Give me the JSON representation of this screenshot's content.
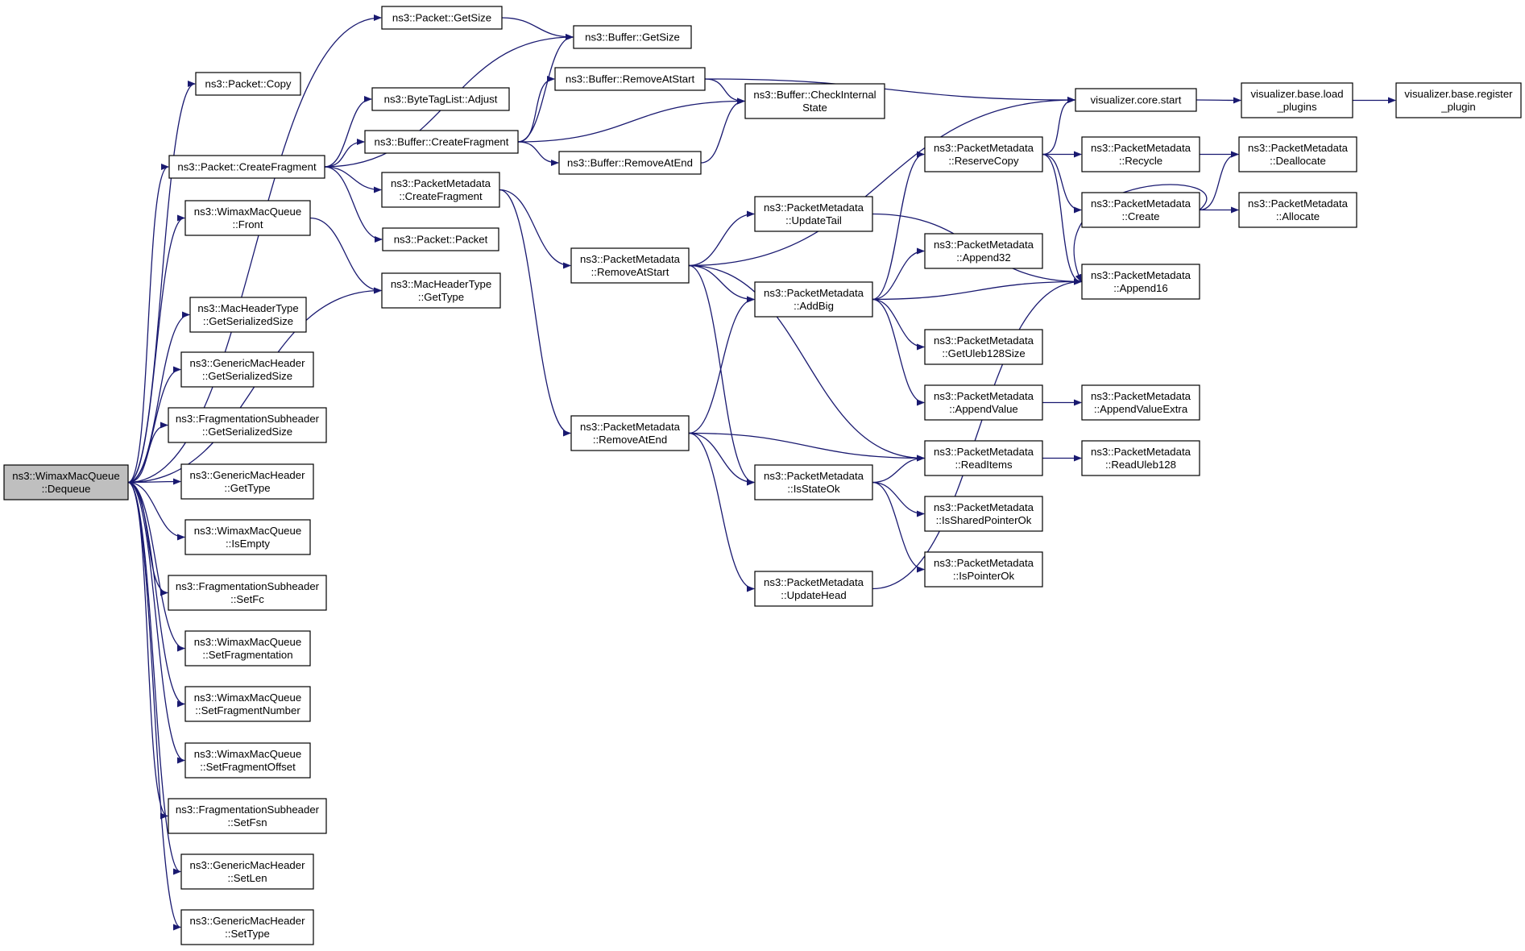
{
  "graph": {
    "nodes": [
      {
        "id": "root",
        "lines": [
          "ns3::WimaxMacQueue",
          "::Dequeue"
        ],
        "root": true
      },
      {
        "id": "pkt_copy",
        "lines": [
          "ns3::Packet::Copy"
        ]
      },
      {
        "id": "pkt_getsize",
        "lines": [
          "ns3::Packet::GetSize"
        ]
      },
      {
        "id": "buf_getsize",
        "lines": [
          "ns3::Buffer::GetSize"
        ]
      },
      {
        "id": "pkt_createfrag",
        "lines": [
          "ns3::Packet::CreateFragment"
        ]
      },
      {
        "id": "btl_adjust",
        "lines": [
          "ns3::ByteTagList::Adjust"
        ]
      },
      {
        "id": "buf_rmstart",
        "lines": [
          "ns3::Buffer::RemoveAtStart"
        ]
      },
      {
        "id": "buf_createfrag",
        "lines": [
          "ns3::Buffer::CreateFragment"
        ]
      },
      {
        "id": "buf_check",
        "lines": [
          "ns3::Buffer::CheckInternal",
          "State"
        ]
      },
      {
        "id": "buf_rmend",
        "lines": [
          "ns3::Buffer::RemoveAtEnd"
        ]
      },
      {
        "id": "vis_start",
        "lines": [
          "visualizer.core.start"
        ]
      },
      {
        "id": "vis_load",
        "lines": [
          "visualizer.base.load",
          "_plugins"
        ]
      },
      {
        "id": "vis_register",
        "lines": [
          "visualizer.base.register",
          "_plugin"
        ]
      },
      {
        "id": "pm_createfrag",
        "lines": [
          "ns3::PacketMetadata",
          "::CreateFragment"
        ]
      },
      {
        "id": "pkt_packet",
        "lines": [
          "ns3::Packet::Packet"
        ]
      },
      {
        "id": "wq_front",
        "lines": [
          "ns3::WimaxMacQueue",
          "::Front"
        ]
      },
      {
        "id": "mht_gettype",
        "lines": [
          "ns3::MacHeaderType",
          "::GetType"
        ]
      },
      {
        "id": "mht_getser",
        "lines": [
          "ns3::MacHeaderType",
          "::GetSerializedSize"
        ]
      },
      {
        "id": "gmh_getser",
        "lines": [
          "ns3::GenericMacHeader",
          "::GetSerializedSize"
        ]
      },
      {
        "id": "fs_getser",
        "lines": [
          "ns3::FragmentationSubheader",
          "::GetSerializedSize"
        ]
      },
      {
        "id": "gmh_gettype",
        "lines": [
          "ns3::GenericMacHeader",
          "::GetType"
        ]
      },
      {
        "id": "wq_isempty",
        "lines": [
          "ns3::WimaxMacQueue",
          "::IsEmpty"
        ]
      },
      {
        "id": "fs_setfc",
        "lines": [
          "ns3::FragmentationSubheader",
          "::SetFc"
        ]
      },
      {
        "id": "wq_setfrag",
        "lines": [
          "ns3::WimaxMacQueue",
          "::SetFragmentation"
        ]
      },
      {
        "id": "wq_setfragnum",
        "lines": [
          "ns3::WimaxMacQueue",
          "::SetFragmentNumber"
        ]
      },
      {
        "id": "wq_setfragoff",
        "lines": [
          "ns3::WimaxMacQueue",
          "::SetFragmentOffset"
        ]
      },
      {
        "id": "fs_setfsn",
        "lines": [
          "ns3::FragmentationSubheader",
          "::SetFsn"
        ]
      },
      {
        "id": "gmh_setlen",
        "lines": [
          "ns3::GenericMacHeader",
          "::SetLen"
        ]
      },
      {
        "id": "gmh_settype",
        "lines": [
          "ns3::GenericMacHeader",
          "::SetType"
        ]
      },
      {
        "id": "pm_rmstart",
        "lines": [
          "ns3::PacketMetadata",
          "::RemoveAtStart"
        ]
      },
      {
        "id": "pm_rmend",
        "lines": [
          "ns3::PacketMetadata",
          "::RemoveAtEnd"
        ]
      },
      {
        "id": "pm_updatetail",
        "lines": [
          "ns3::PacketMetadata",
          "::UpdateTail"
        ]
      },
      {
        "id": "pm_addbig",
        "lines": [
          "ns3::PacketMetadata",
          "::AddBig"
        ]
      },
      {
        "id": "pm_isstateok",
        "lines": [
          "ns3::PacketMetadata",
          "::IsStateOk"
        ]
      },
      {
        "id": "pm_updatehead",
        "lines": [
          "ns3::PacketMetadata",
          "::UpdateHead"
        ]
      },
      {
        "id": "pm_reservecopy",
        "lines": [
          "ns3::PacketMetadata",
          "::ReserveCopy"
        ]
      },
      {
        "id": "pm_append32",
        "lines": [
          "ns3::PacketMetadata",
          "::Append32"
        ]
      },
      {
        "id": "pm_getuleb",
        "lines": [
          "ns3::PacketMetadata",
          "::GetUleb128Size"
        ]
      },
      {
        "id": "pm_appendvalue",
        "lines": [
          "ns3::PacketMetadata",
          "::AppendValue"
        ]
      },
      {
        "id": "pm_readitems",
        "lines": [
          "ns3::PacketMetadata",
          "::ReadItems"
        ]
      },
      {
        "id": "pm_issharedptr",
        "lines": [
          "ns3::PacketMetadata",
          "::IsSharedPointerOk"
        ]
      },
      {
        "id": "pm_isptr",
        "lines": [
          "ns3::PacketMetadata",
          "::IsPointerOk"
        ]
      },
      {
        "id": "pm_recycle",
        "lines": [
          "ns3::PacketMetadata",
          "::Recycle"
        ]
      },
      {
        "id": "pm_create",
        "lines": [
          "ns3::PacketMetadata",
          "::Create"
        ]
      },
      {
        "id": "pm_append16",
        "lines": [
          "ns3::PacketMetadata",
          "::Append16"
        ]
      },
      {
        "id": "pm_appendvalueextra",
        "lines": [
          "ns3::PacketMetadata",
          "::AppendValueExtra"
        ]
      },
      {
        "id": "pm_readuleb",
        "lines": [
          "ns3::PacketMetadata",
          "::ReadUleb128"
        ]
      },
      {
        "id": "pm_dealloc",
        "lines": [
          "ns3::PacketMetadata",
          "::Deallocate"
        ]
      },
      {
        "id": "pm_alloc",
        "lines": [
          "ns3::PacketMetadata",
          "::Allocate"
        ]
      }
    ],
    "edges": [
      [
        "root",
        "pkt_copy"
      ],
      [
        "root",
        "pkt_getsize"
      ],
      [
        "root",
        "pkt_createfrag"
      ],
      [
        "root",
        "wq_front"
      ],
      [
        "root",
        "mht_gettype"
      ],
      [
        "root",
        "mht_getser"
      ],
      [
        "root",
        "gmh_getser"
      ],
      [
        "root",
        "fs_getser"
      ],
      [
        "root",
        "gmh_gettype"
      ],
      [
        "root",
        "wq_isempty"
      ],
      [
        "root",
        "fs_setfc"
      ],
      [
        "root",
        "wq_setfrag"
      ],
      [
        "root",
        "wq_setfragnum"
      ],
      [
        "root",
        "wq_setfragoff"
      ],
      [
        "root",
        "fs_setfsn"
      ],
      [
        "root",
        "gmh_setlen"
      ],
      [
        "root",
        "gmh_settype"
      ],
      [
        "pkt_getsize",
        "buf_getsize"
      ],
      [
        "pkt_createfrag",
        "buf_getsize"
      ],
      [
        "pkt_createfrag",
        "btl_adjust"
      ],
      [
        "pkt_createfrag",
        "buf_createfrag"
      ],
      [
        "pkt_createfrag",
        "pm_createfrag"
      ],
      [
        "pkt_createfrag",
        "pkt_packet"
      ],
      [
        "buf_createfrag",
        "buf_getsize"
      ],
      [
        "buf_createfrag",
        "buf_rmstart"
      ],
      [
        "buf_createfrag",
        "buf_check"
      ],
      [
        "buf_createfrag",
        "buf_rmend"
      ],
      [
        "buf_rmstart",
        "buf_check"
      ],
      [
        "buf_rmstart",
        "vis_start"
      ],
      [
        "buf_rmend",
        "buf_check"
      ],
      [
        "vis_start",
        "vis_load"
      ],
      [
        "vis_load",
        "vis_register"
      ],
      [
        "wq_front",
        "mht_gettype"
      ],
      [
        "pm_createfrag",
        "pm_rmstart"
      ],
      [
        "pm_createfrag",
        "pm_rmend"
      ],
      [
        "pm_rmstart",
        "vis_start"
      ],
      [
        "pm_rmstart",
        "pm_updatetail"
      ],
      [
        "pm_rmstart",
        "pm_addbig"
      ],
      [
        "pm_rmstart",
        "pm_isstateok"
      ],
      [
        "pm_rmstart",
        "pm_readitems"
      ],
      [
        "pm_rmend",
        "pm_addbig"
      ],
      [
        "pm_rmend",
        "pm_isstateok"
      ],
      [
        "pm_rmend",
        "pm_readitems"
      ],
      [
        "pm_rmend",
        "pm_updatehead"
      ],
      [
        "pm_updatetail",
        "pm_append16"
      ],
      [
        "pm_addbig",
        "pm_reservecopy"
      ],
      [
        "pm_addbig",
        "pm_append32"
      ],
      [
        "pm_addbig",
        "pm_append16"
      ],
      [
        "pm_addbig",
        "pm_getuleb"
      ],
      [
        "pm_addbig",
        "pm_appendvalue"
      ],
      [
        "pm_isstateok",
        "pm_readitems"
      ],
      [
        "pm_isstateok",
        "pm_issharedptr"
      ],
      [
        "pm_isstateok",
        "pm_isptr"
      ],
      [
        "pm_updatehead",
        "pm_append16"
      ],
      [
        "pm_reservecopy",
        "vis_start"
      ],
      [
        "pm_reservecopy",
        "pm_recycle"
      ],
      [
        "pm_reservecopy",
        "pm_create"
      ],
      [
        "pm_reservecopy",
        "pm_append16"
      ],
      [
        "pm_appendvalue",
        "pm_appendvalueextra"
      ],
      [
        "pm_readitems",
        "pm_readuleb"
      ],
      [
        "pm_recycle",
        "pm_dealloc"
      ],
      [
        "pm_create",
        "pm_dealloc"
      ],
      [
        "pm_create",
        "pm_alloc"
      ],
      [
        "pm_create",
        "pm_append16"
      ]
    ]
  }
}
